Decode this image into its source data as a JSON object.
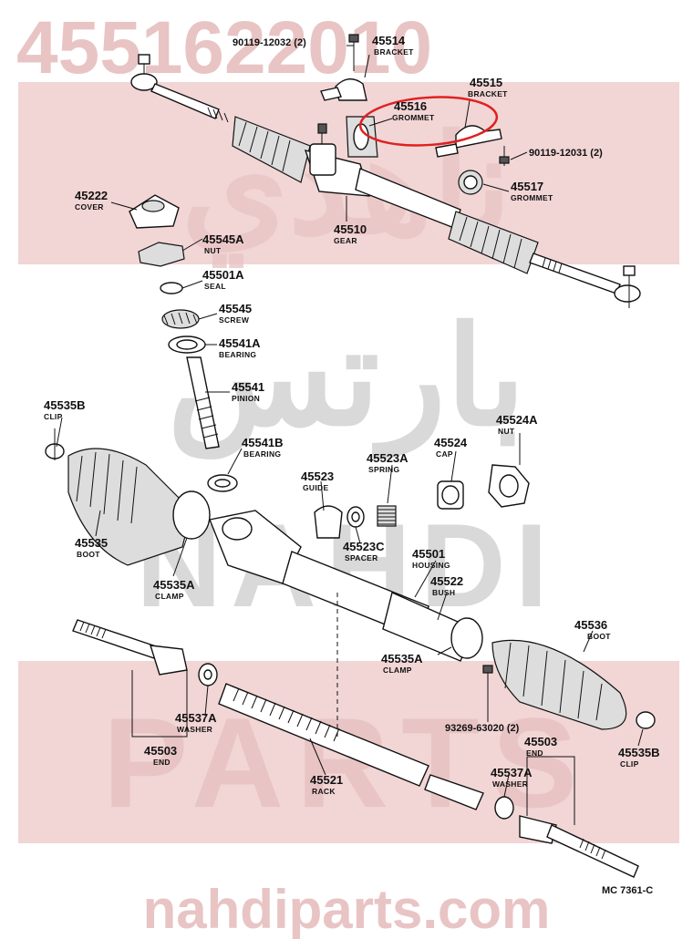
{
  "watermark": {
    "part_number": "4551622010",
    "site": "nahdiparts.com",
    "brand_arabic": "ناهدي",
    "brand_arabic_2": "بارتس",
    "brand_latin_1": "NAHDI",
    "brand_latin_2": "PARTS"
  },
  "diagram_code": "MC 7361-C",
  "colors": {
    "highlight": "#e02020",
    "watermark": "#e9c4c4"
  },
  "highlighted_part": "45516",
  "parts": [
    {
      "id": "p1",
      "number": "90119-12032 (2)",
      "name": ""
    },
    {
      "id": "p2",
      "number": "45514",
      "name": "BRACKET"
    },
    {
      "id": "p3",
      "number": "45515",
      "name": "BRACKET"
    },
    {
      "id": "p4",
      "number": "45516",
      "name": "GROMMET"
    },
    {
      "id": "p5",
      "number": "90119-12031 (2)",
      "name": ""
    },
    {
      "id": "p6",
      "number": "45517",
      "name": "GROMMET"
    },
    {
      "id": "p7",
      "number": "45222",
      "name": "COVER"
    },
    {
      "id": "p8",
      "number": "45510",
      "name": "GEAR"
    },
    {
      "id": "p9",
      "number": "45545A",
      "name": "NUT"
    },
    {
      "id": "p10",
      "number": "45501A",
      "name": "SEAL"
    },
    {
      "id": "p11",
      "number": "45545",
      "name": "SCREW"
    },
    {
      "id": "p12",
      "number": "45541A",
      "name": "BEARING"
    },
    {
      "id": "p13",
      "number": "45541",
      "name": "PINION"
    },
    {
      "id": "p14",
      "number": "45535B",
      "name": "CLIP"
    },
    {
      "id": "p15",
      "number": "45541B",
      "name": "BEARING"
    },
    {
      "id": "p16",
      "number": "45524A",
      "name": "NUT"
    },
    {
      "id": "p17",
      "number": "45524",
      "name": "CAP"
    },
    {
      "id": "p18",
      "number": "45523A",
      "name": "SPRING"
    },
    {
      "id": "p19",
      "number": "45523",
      "name": "GUIDE"
    },
    {
      "id": "p20",
      "number": "45535",
      "name": "BOOT"
    },
    {
      "id": "p21",
      "number": "45523C",
      "name": "SPACER"
    },
    {
      "id": "p22",
      "number": "45535A",
      "name": "CLAMP"
    },
    {
      "id": "p23",
      "number": "45501",
      "name": "HOUSING"
    },
    {
      "id": "p24",
      "number": "45522",
      "name": "BUSH"
    },
    {
      "id": "p25",
      "number": "45536",
      "name": "BOOT"
    },
    {
      "id": "p26",
      "number": "45535A",
      "name": "CLAMP"
    },
    {
      "id": "p27",
      "number": "45537A",
      "name": "WASHER"
    },
    {
      "id": "p28",
      "number": "93269-63020 (2)",
      "name": ""
    },
    {
      "id": "p29",
      "number": "45503",
      "name": "END"
    },
    {
      "id": "p30",
      "number": "45535B",
      "name": "CLIP"
    },
    {
      "id": "p31",
      "number": "45503",
      "name": "END"
    },
    {
      "id": "p32",
      "number": "45537A",
      "name": "WASHER"
    },
    {
      "id": "p33",
      "number": "45521",
      "name": "RACK"
    }
  ]
}
